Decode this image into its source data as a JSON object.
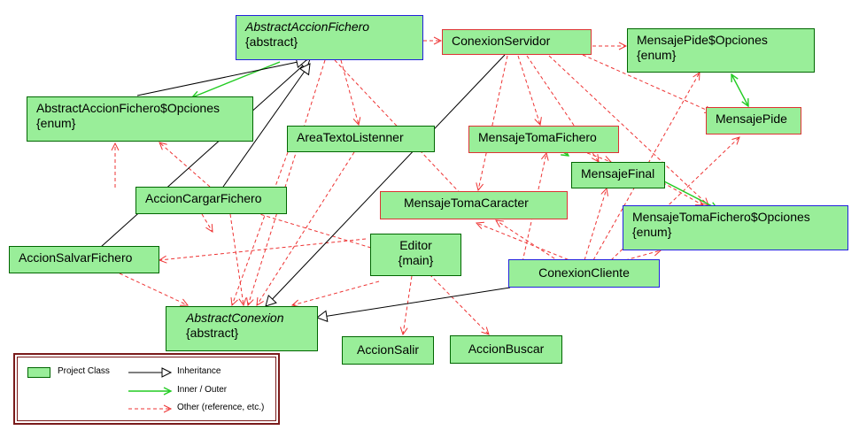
{
  "nodes": {
    "abstract_accion_fichero": {
      "title": "AbstractAccionFichero",
      "stereotype": "{abstract}"
    },
    "conexion_servidor": {
      "title": "ConexionServidor"
    },
    "mensaje_pide_opciones": {
      "title": "MensajePide$Opciones",
      "stereotype": "{enum}"
    },
    "abstract_accion_fichero_opciones": {
      "title": "AbstractAccionFichero$Opciones",
      "stereotype": "{enum}"
    },
    "mensaje_pide": {
      "title": "MensajePide"
    },
    "area_texto_listenner": {
      "title": "AreaTextoListenner"
    },
    "mensaje_toma_fichero": {
      "title": "MensajeTomaFichero"
    },
    "mensaje_final": {
      "title": "MensajeFinal"
    },
    "accion_cargar_fichero": {
      "title": "AccionCargarFichero"
    },
    "mensaje_toma_caracter": {
      "title": "MensajeTomaCaracter"
    },
    "mensaje_toma_fichero_opciones": {
      "title": "MensajeTomaFichero$Opciones",
      "stereotype": "{enum}"
    },
    "editor": {
      "title": "Editor",
      "stereotype": "{main}"
    },
    "accion_salvar_fichero": {
      "title": "AccionSalvarFichero"
    },
    "conexion_cliente": {
      "title": "ConexionCliente"
    },
    "abstract_conexion": {
      "title": "AbstractConexion",
      "stereotype": "{abstract}"
    },
    "accion_salir": {
      "title": "AccionSalir"
    },
    "accion_buscar": {
      "title": "AccionBuscar"
    }
  },
  "legend": {
    "project_class": "Project Class",
    "inheritance": "Inheritance",
    "inner_outer": "Inner / Outer",
    "other": "Other (reference, etc.)"
  },
  "colors": {
    "class_fill": "#99ee99",
    "inheritance": "#000000",
    "inner_outer": "#22cc22",
    "other": "#ee3333"
  }
}
